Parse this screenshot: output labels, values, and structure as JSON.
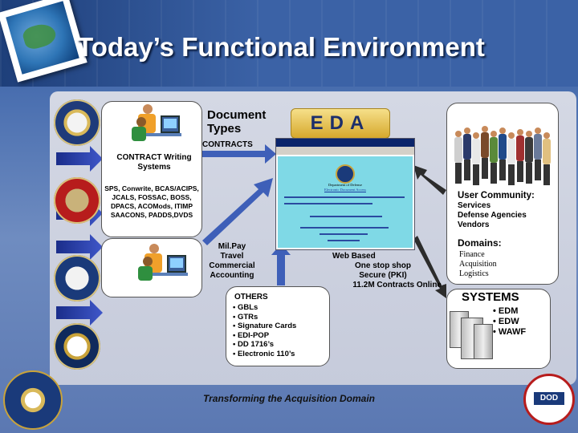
{
  "title": "Today’s Functional Environment",
  "document_types": "Document Types",
  "contracts_label": "CONTRACTS",
  "contract_writing": "CONTRACT Writing Systems",
  "contract_systems": "SPS, Conwrite, BCAS/ACIPS, JCALS, FOSSAC, BOSS, DPACS, ACOMods, ITIMP SAACONS, PADDS,DVDS",
  "eda_logo": "EDA",
  "milpay": [
    "Mil.Pay",
    "Travel",
    "Commercial",
    "Accounting"
  ],
  "web_based": [
    "Web Based",
    "One stop shop",
    "Secure (PKI)",
    "11.2M Contracts Online"
  ],
  "user_community": {
    "title": "User Community:",
    "items": [
      "Services",
      "Defense Agencies",
      "Vendors"
    ]
  },
  "domains": {
    "title": "Domains:",
    "items": [
      "Finance",
      "Acquisition",
      "Logistics"
    ]
  },
  "others": {
    "title": "OTHERS",
    "items": [
      "• GBLs",
      "• GTRs",
      "• Signature Cards",
      "• EDI-POP",
      "• DD 1716’s",
      "• Electronic 110’s"
    ]
  },
  "systems": {
    "title": "SYSTEMS",
    "items": [
      "• EDM",
      "• EDW",
      "• WAWF"
    ]
  },
  "caption": "Transforming the Acquisition Domain",
  "browser_page": {
    "heading": "Department of Defense",
    "subheading": "Electronic Document Access"
  }
}
